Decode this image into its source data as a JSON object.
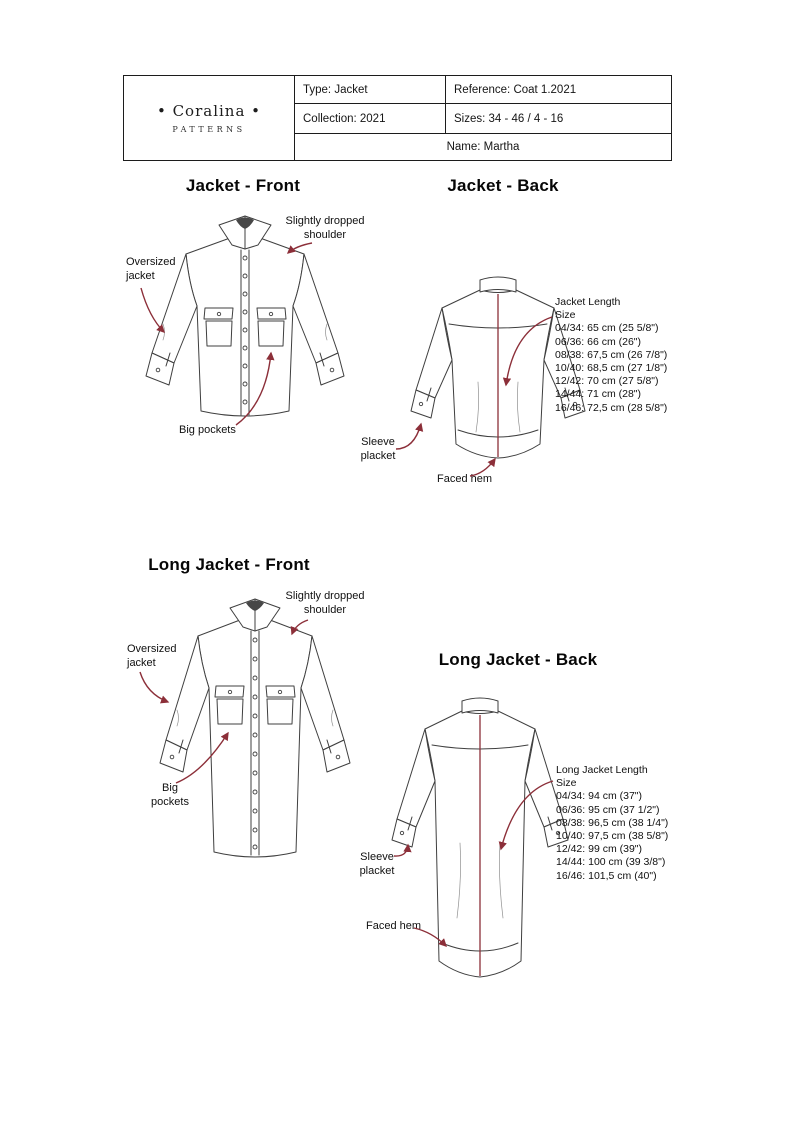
{
  "colors": {
    "accent_red": "#8c2f39",
    "line": "#3f3f3f"
  },
  "brand": {
    "name": "• Coralina •",
    "subtitle": "PATTERNS"
  },
  "header": {
    "type": "Type: Jacket",
    "reference": "Reference: Coat 1.2021",
    "collection": "Collection: 2021",
    "sizes": "Sizes: 34 - 46 / 4 - 16",
    "name": "Name: Martha"
  },
  "jacket_front": {
    "title": "Jacket - Front",
    "ann_shoulder": "Slightly dropped\nshoulder",
    "ann_oversized": "Oversized\njacket",
    "ann_pockets": "Big pockets"
  },
  "jacket_back": {
    "title": "Jacket - Back",
    "length_title": "Jacket Length",
    "size_label": "Size",
    "sizes": [
      "04/34: 65 cm (25 5/8\")",
      "06/36: 66 cm (26\")",
      "08/38: 67,5 cm (26 7/8\")",
      "10/40: 68,5 cm (27 1/8\")",
      "12/42: 70 cm (27 5/8\")",
      "14/44: 71 cm (28\")",
      "16/46: 72,5 cm (28 5/8\")"
    ],
    "ann_sleeve_placket": "Sleeve\nplacket",
    "ann_faced_hem": "Faced hem"
  },
  "long_jacket_front": {
    "title": "Long Jacket - Front",
    "ann_shoulder": "Slightly dropped\nshoulder",
    "ann_oversized": "Oversized\njacket",
    "ann_pockets": "Big\npockets"
  },
  "long_jacket_back": {
    "title": "Long Jacket - Back",
    "length_title": "Long Jacket Length",
    "size_label": "Size",
    "sizes": [
      "04/34: 94 cm (37\")",
      "06/36: 95 cm (37 1/2\")",
      "08/38: 96,5 cm (38 1/4\")",
      "10/40: 97,5 cm (38 5/8\")",
      "12/42: 99 cm (39\")",
      "14/44: 100 cm (39 3/8\")",
      "16/46: 101,5 cm (40\")"
    ],
    "ann_sleeve_placket": "Sleeve\nplacket",
    "ann_faced_hem": "Faced hem"
  }
}
